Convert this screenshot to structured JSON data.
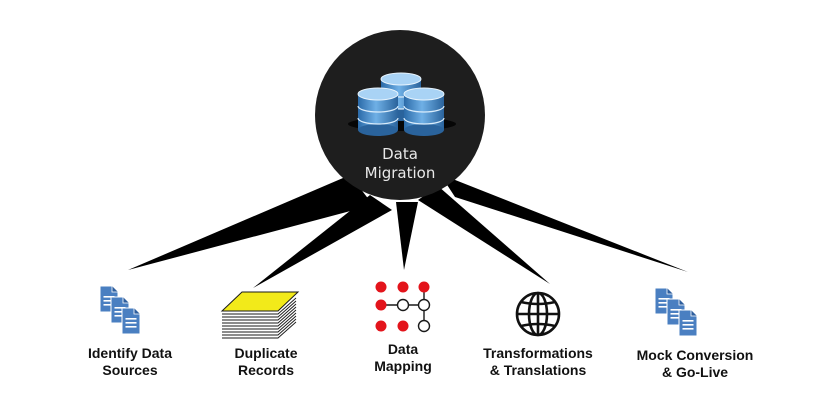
{
  "hub": {
    "icon": "database-stack-icon",
    "line1": "Data",
    "line2": "Migration",
    "color": "#1e1e1e",
    "db_color": "#3f86c6"
  },
  "nodes": [
    {
      "icon": "documents-icon",
      "line1": "Identify Data",
      "line2": "Sources"
    },
    {
      "icon": "paper-stack-icon",
      "line1": "Duplicate",
      "line2": "Records"
    },
    {
      "icon": "mapping-grid-icon",
      "line1": "Data",
      "line2": "Mapping"
    },
    {
      "icon": "globe-icon",
      "line1": "Transformations",
      "line2": "& Translations"
    },
    {
      "icon": "documents-icon",
      "line1": "Mock Conversion",
      "line2": "& Go-Live"
    }
  ],
  "colors": {
    "spoke": "#000000",
    "doc_blue": "#4a7fc1",
    "paper_highlight": "#f2ea1a",
    "mapping_red": "#e3141b"
  }
}
